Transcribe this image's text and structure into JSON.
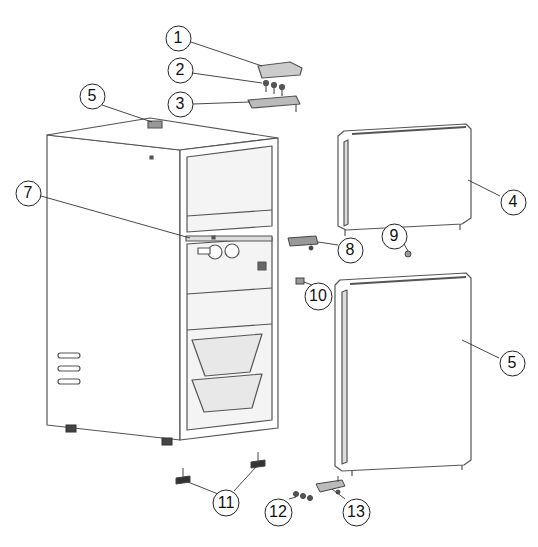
{
  "diagram": {
    "nodes": [
      {
        "text": [
          "1"
        ]
      },
      {
        "text": [
          "2"
        ]
      },
      {
        "text": [
          "5"
        ]
      },
      {
        "text": [
          "3"
        ]
      },
      {
        "text": [
          "7"
        ]
      },
      {
        "text": [
          "4"
        ]
      },
      {
        "text": [
          "9"
        ]
      },
      {
        "text": [
          "8"
        ]
      },
      {
        "text": [
          "10"
        ]
      },
      {
        "text": [
          "5"
        ]
      },
      {
        "text": [
          "11"
        ]
      },
      {
        "text": [
          "12"
        ]
      },
      {
        "text": [
          "13"
        ]
      }
    ]
  }
}
